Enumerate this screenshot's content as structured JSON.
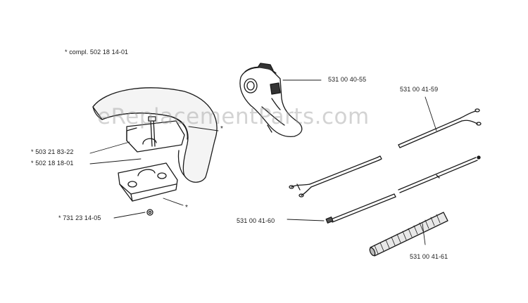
{
  "watermark": "eReplacementParts.com",
  "compl_note": "*  compl. 502 18 14-01",
  "parts": {
    "handle_clamp_screw": "*  503 21 83-22",
    "handle_clamp": "*  502 18 18-01",
    "handle_nut": "*  731 23 14-05",
    "throttle_housing": "531 00 40-55",
    "throttle_cable": "531 00 41-59",
    "stop_wire": "531 00 41-60",
    "protective_hose": "531 00 41-61"
  },
  "markers": {
    "handle_bar": "*",
    "clamp_base": "*"
  },
  "colors": {
    "line": "#1a1a1a",
    "watermark": "#969696"
  }
}
